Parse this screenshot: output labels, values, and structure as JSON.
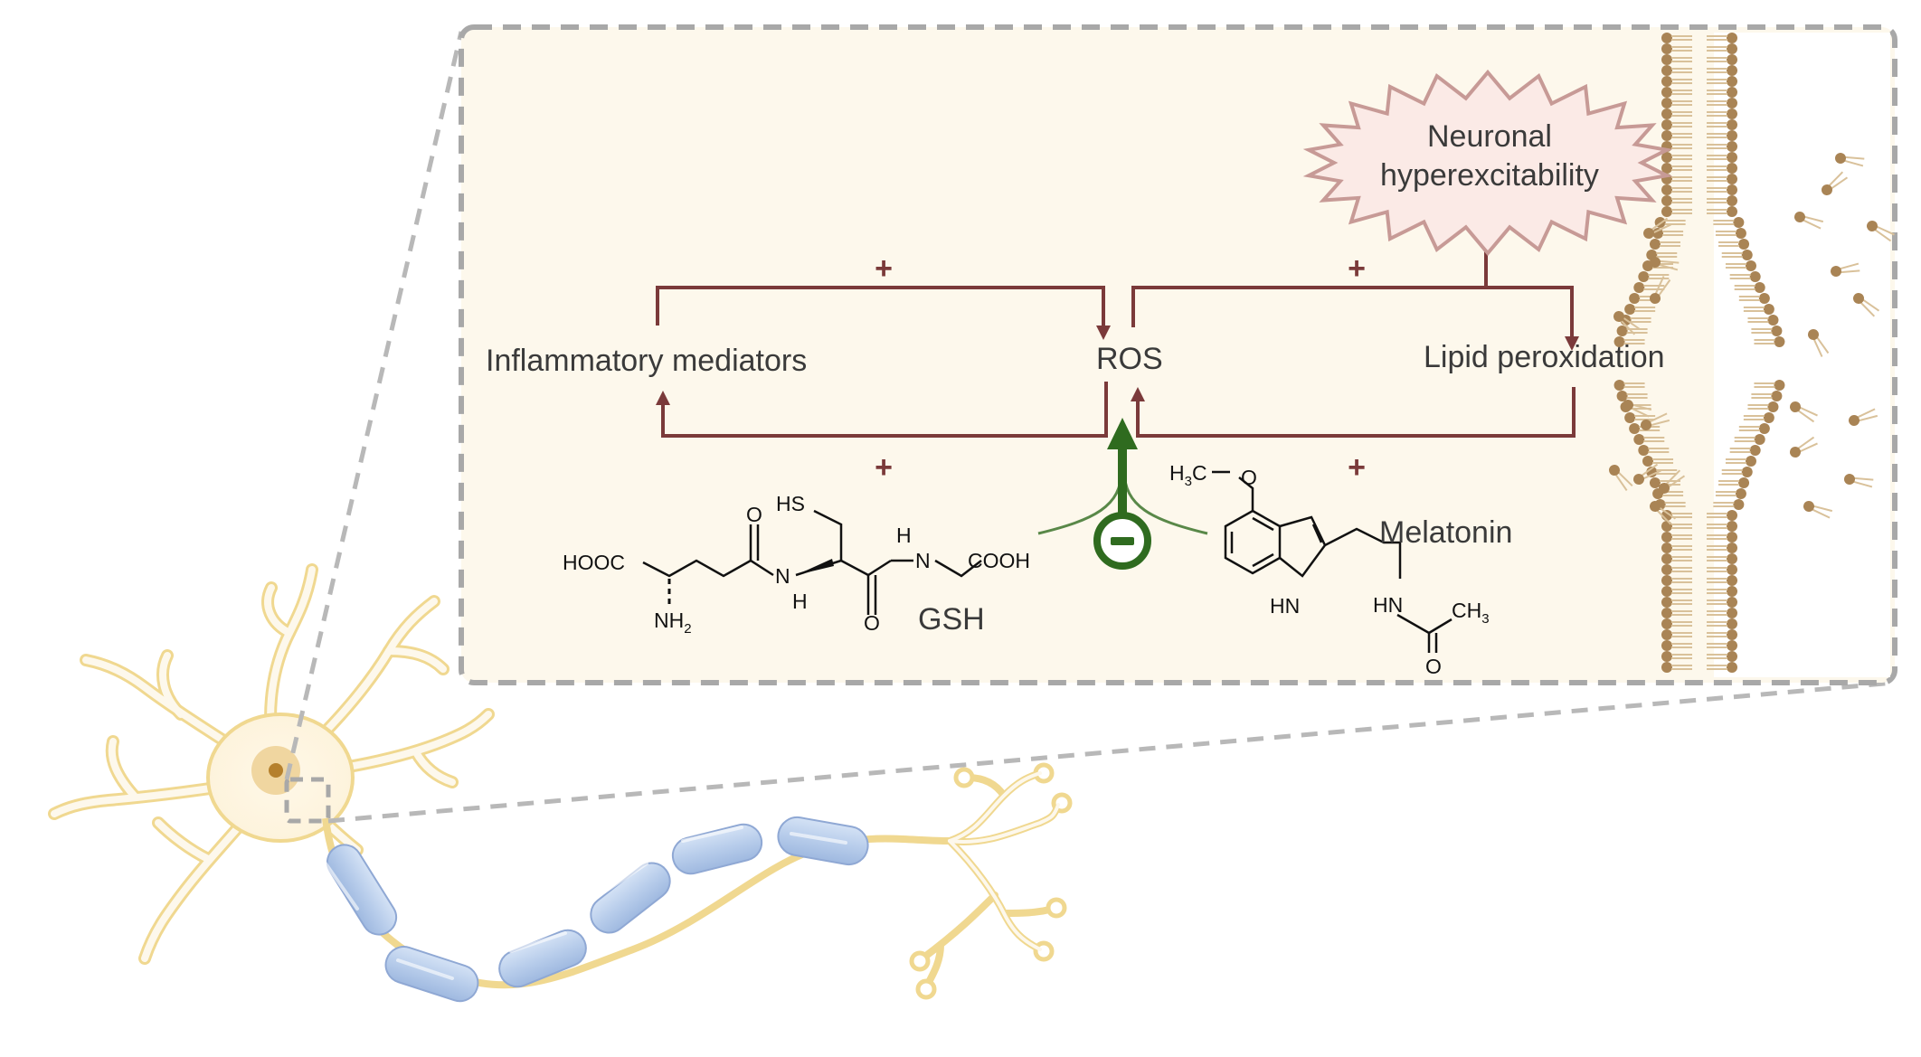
{
  "diagram": {
    "nodes": {
      "inflammatory": "Inflammatory mediators",
      "ros": "ROS",
      "lipid": "Lipid peroxidation",
      "hyper_line1": "Neuronal",
      "hyper_line2": "hyperexcitability"
    },
    "plus_sign": "+",
    "inhibit_sign": "−",
    "molecules": {
      "gsh": {
        "name": "GSH",
        "atoms": {
          "hs": "HS",
          "hooc": "HOOC",
          "nh2": "NH",
          "nh2_sub": "2",
          "o1": "O",
          "nh_mid_n": "N",
          "nh_mid_h": "H",
          "nh_right_h": "H",
          "nh_right_n": "N",
          "o2": "O",
          "cooh": "COOH"
        }
      },
      "melatonin": {
        "name": "Melatonin",
        "atoms": {
          "h3c": "H",
          "h3c_sub": "3",
          "h3c_c": "C",
          "o_methoxy": "O",
          "hn_ring": "HN",
          "hn_chain": "HN",
          "ch3": "CH",
          "ch3_sub": "3",
          "o_carbonyl": "O"
        }
      }
    },
    "colors": {
      "arrow": "#7b3a3a",
      "inhibit": "#2f6b1f",
      "panel": "#fdf8ec",
      "neuron": "#f0d890",
      "myelin": "#b8cdeb",
      "lipid_head": "#a98455",
      "burst_fill": "#fbeae6",
      "burst_stroke": "#c79a96"
    }
  }
}
